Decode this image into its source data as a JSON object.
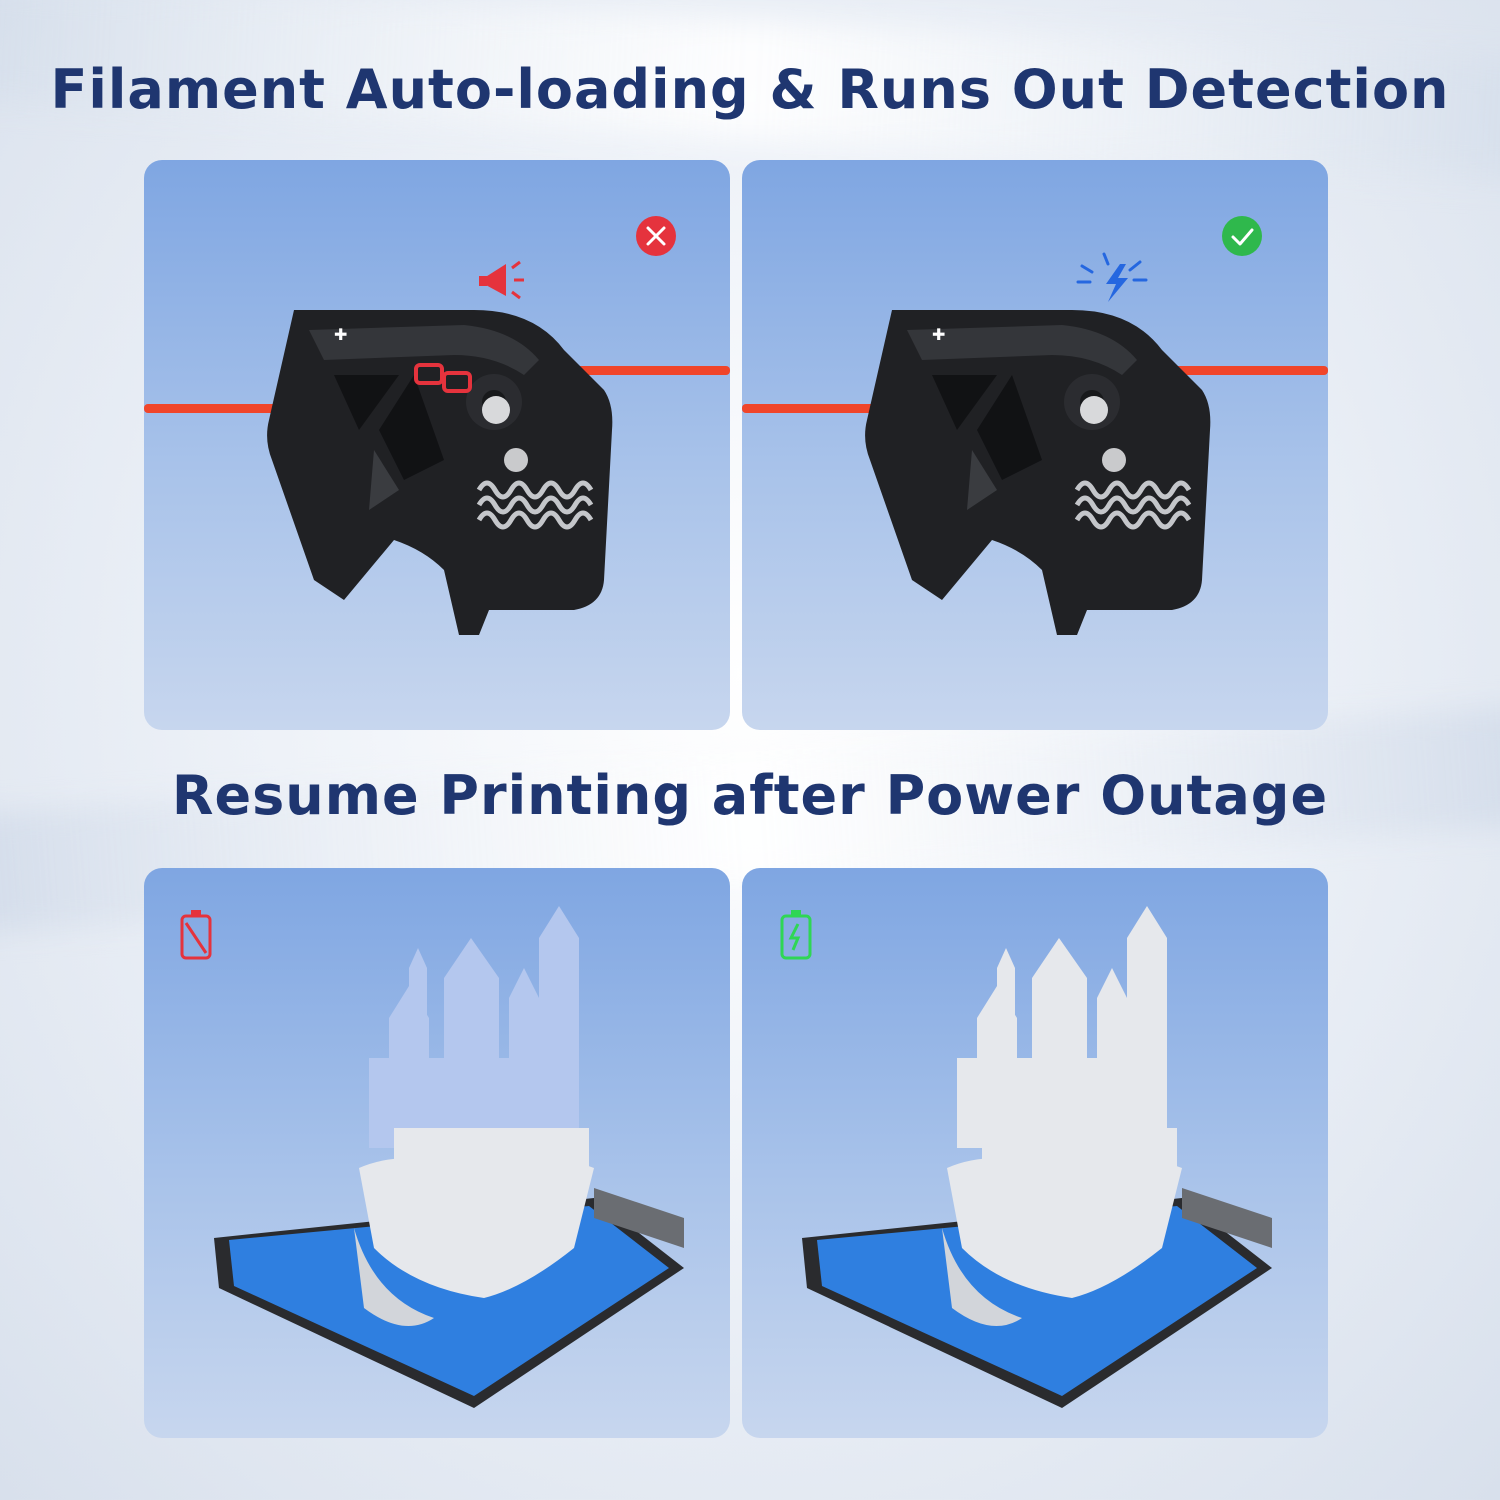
{
  "headings": {
    "filament": "Filament Auto-loading & Runs Out Detection",
    "power": "Resume Printing after Power Outage"
  },
  "panels": [
    {
      "id": "filament-runout",
      "status_icon": "x-circle-icon",
      "status_color": "#e5333d",
      "accent_icon": "megaphone-icon"
    },
    {
      "id": "filament-loaded",
      "status_icon": "check-circle-icon",
      "status_color": "#2fb84c",
      "accent_icon": "lightning-icon"
    },
    {
      "id": "power-outage",
      "status_icon": "battery-off-icon",
      "status_color": "#e5333d"
    },
    {
      "id": "power-resumed",
      "status_icon": "battery-charging-icon",
      "status_color": "#2fd655"
    }
  ],
  "colors": {
    "heading": "#1f3670",
    "filament": "#f0452a",
    "extruder": "#202124",
    "build_plate": "#2f7fe0",
    "model_white": "#e6e8ec",
    "model_ghost": "#b4c7ee"
  }
}
